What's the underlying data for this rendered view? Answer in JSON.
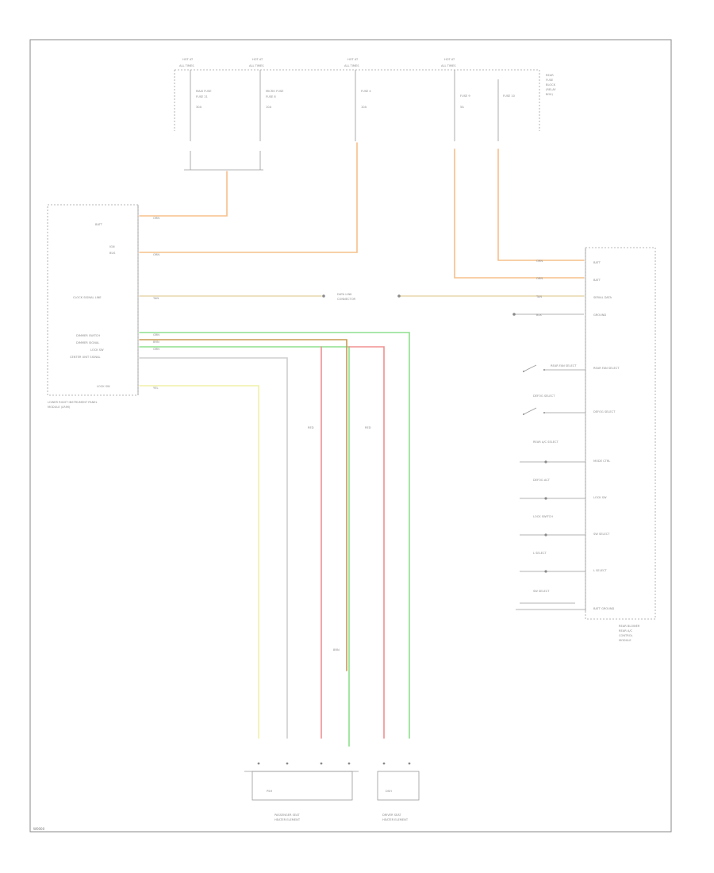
{
  "figure_id": "W0000",
  "colors": {
    "orange": "#f5c08a",
    "tan": "#e8d7ad",
    "green": "#8ee08e",
    "red": "#f09090",
    "yellow": "#f0f0a8",
    "brown": "#c89a52",
    "outline": "#8a8a8a"
  },
  "fuses": [
    {
      "top": "HOT AT",
      "bot": "ALL TIMES",
      "name": "MAXI FUSE",
      "num": "FUSE 21",
      "rating": "30A"
    },
    {
      "top": "HOT AT",
      "bot": "ALL TIMES",
      "name": "MICRO FUSE",
      "num": "FUSE 8",
      "rating": "10A"
    },
    {
      "top": "HOT AT",
      "bot": "ALL TIMES",
      "name": "FUSE 4",
      "num": "",
      "rating": "10A"
    },
    {
      "top": "HOT AT",
      "bot": "ALL TIMES",
      "name": "FUSE 9",
      "num": "FUSE 10",
      "rating": "5A"
    }
  ],
  "power_box": [
    "REAR",
    "FUSE",
    "BLOCK",
    "(RELAY",
    "BOX)"
  ],
  "left_module": {
    "name": [
      "LOWER RIGHT INSTRUMENT PANEL",
      "MODULE (LRIM)"
    ],
    "pins": [
      "BATT",
      "IGN",
      "BUS",
      "CLOCK SIGNAL LINE",
      "DIMMER SWITCH",
      "DIMMER SIGNAL",
      "LOCK SW",
      "CENTER UNIT SIGNAL",
      "LOCK SW"
    ]
  },
  "right_module": {
    "name": [
      "REAR BLOWER",
      "REAR A/C",
      "CONTROL",
      "MODULE"
    ],
    "pins": [
      "BATT",
      "BATT",
      "SERIAL DATA",
      "GROUND",
      "REAR FAN SELECT",
      "DEFOG SELECT",
      "MODE CTRL",
      "LOCK SW",
      "SW SELECT",
      "L SELECT",
      "BATT GROUND"
    ]
  },
  "right_switches": [
    "REAR FAN SELECT",
    "DEFOG SELECT",
    "REAR A/C SELECT",
    "DEFOG ACT",
    "LOCK SWITCH",
    "L SELECT",
    "SW SELECT"
  ],
  "center_splice": [
    "DATA LINK",
    "CONNECTOR"
  ],
  "bottom_left_conn": [
    "PASSENGER SEAT",
    "HEATER ELEMENT"
  ],
  "bottom_right_conn": [
    "DRIVER SEAT",
    "HEATER ELEMENT"
  ],
  "wire_tags": [
    "ORN",
    "BLK",
    "GRN",
    "RED",
    "YEL",
    "TAN",
    "BRN"
  ]
}
